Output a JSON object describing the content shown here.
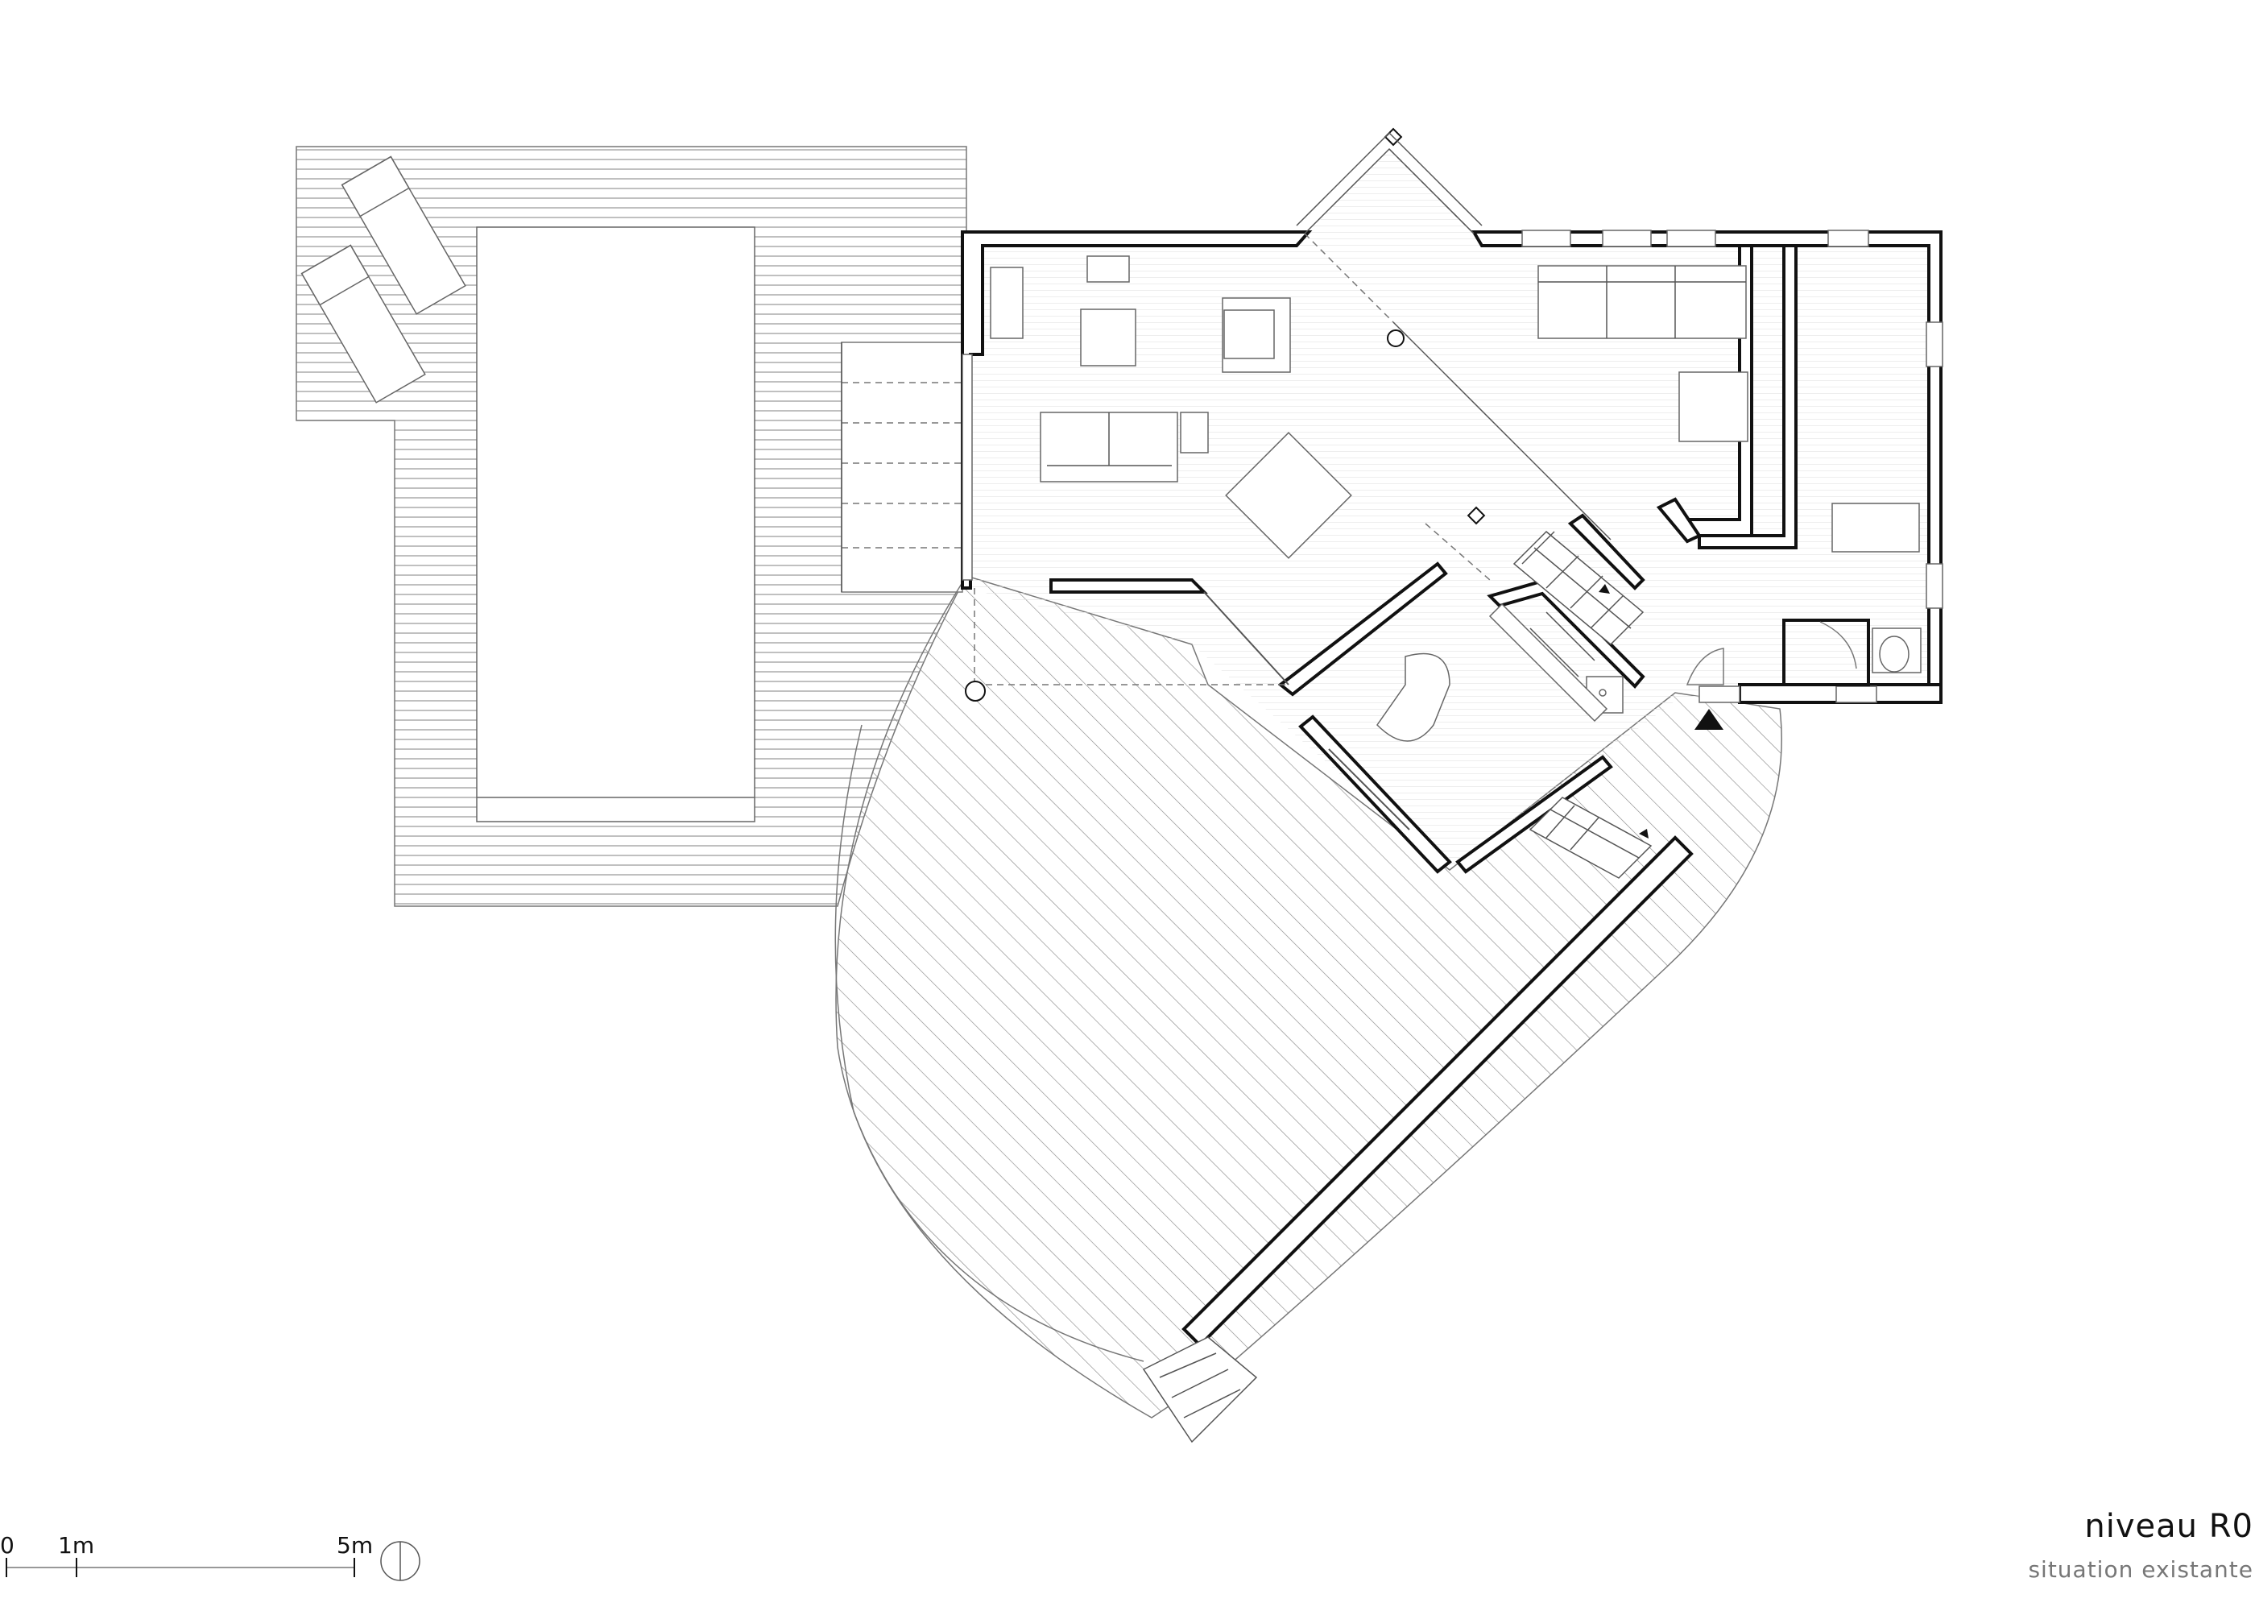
{
  "drawing": {
    "title": "niveau R0",
    "subtitle": "situation existante"
  },
  "scale_bar": {
    "labels": [
      "0",
      "1m",
      "5m"
    ]
  },
  "colors": {
    "line": "#111111",
    "hatch": "#9a9a9a",
    "background": "#ffffff"
  },
  "icons": {
    "entrance": "entrance-triangle-icon",
    "north": "north-arrow-icon"
  }
}
